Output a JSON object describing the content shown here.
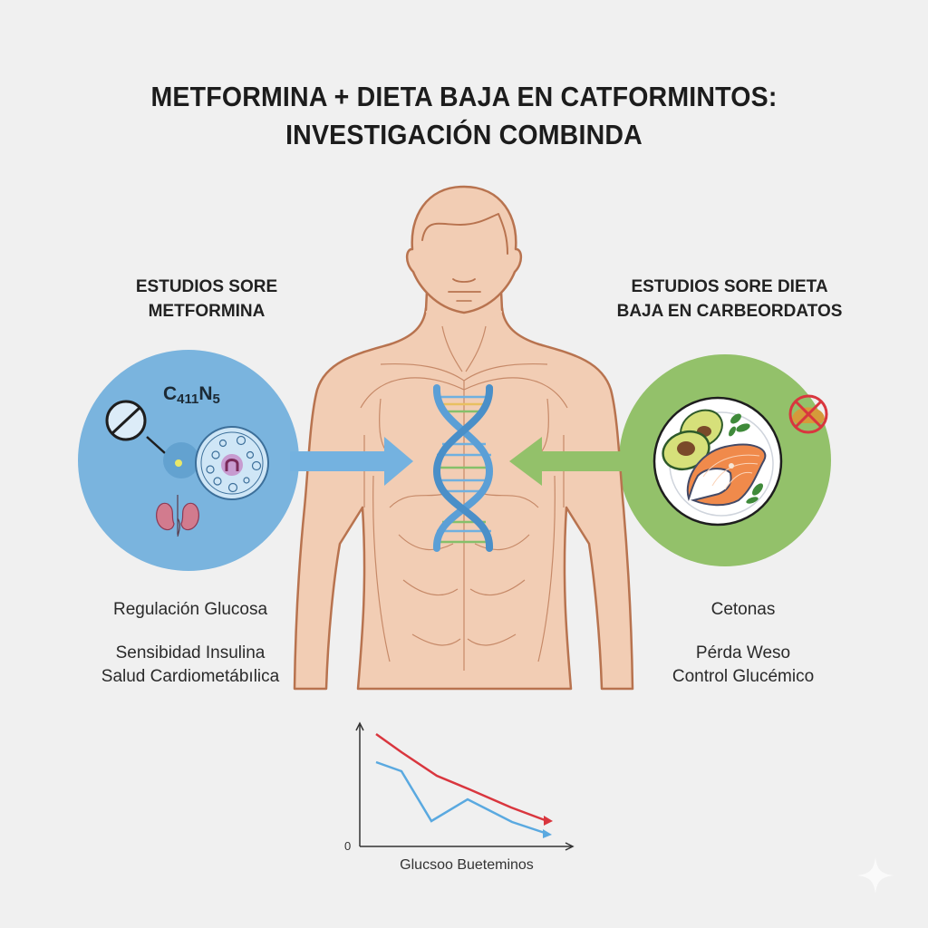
{
  "title": {
    "line1": "METFORMINA + DIETA BAJA EN CATFORMINTOS:",
    "line2": "INVESTIGACIÓN COMBINDA"
  },
  "left_panel": {
    "heading_line1": "ESTUDIOS SORE",
    "heading_line2": "METFORMINA",
    "formula": {
      "c": "C",
      "c_sub": "411",
      "n": "N",
      "n_sub": "5"
    },
    "circle_color": "#7ab4de",
    "icons": [
      "pill-icon",
      "cell-icon",
      "kidney-icon"
    ],
    "benefits": [
      "Regulación Glucosa",
      "Sensibidad Insulina",
      "Salud Cardiometábılica"
    ]
  },
  "right_panel": {
    "heading_line1": "ESTUDIOS SORE DIETA",
    "heading_line2": "BAJA EN CARBEORDATOS",
    "circle_color": "#93c16a",
    "icons": [
      "plate-icon",
      "avocado-icon",
      "salmon-icon",
      "no-bread-icon"
    ],
    "benefits": [
      "Cetonas",
      "Pérda Weso",
      "Control Glucémico"
    ]
  },
  "center": {
    "figure": "human-torso",
    "skin_color": "#f2cdb4",
    "outline_color": "#b8734f",
    "dna_color": "#5b9fd6"
  },
  "colors": {
    "background": "#f0f0f0",
    "arrow_left": "#74b2e0",
    "arrow_right": "#93c16a",
    "line_red": "#d9363e",
    "line_blue": "#5aa9e0"
  },
  "chart": {
    "zero_label": "0",
    "xlabel": "Glucsoo Bueteminos"
  },
  "chart_data": {
    "type": "line",
    "title": "",
    "xlabel": "Glucsoo Bueteminos",
    "ylabel": "",
    "x": [
      0,
      1,
      2,
      3,
      4,
      5
    ],
    "series": [
      {
        "name": "red",
        "color": "#d9363e",
        "values": [
          8.5,
          7.0,
          5.6,
          4.7,
          3.6,
          2.7
        ]
      },
      {
        "name": "blue",
        "color": "#5aa9e0",
        "values": [
          6.8,
          6.2,
          2.3,
          3.8,
          2.4,
          1.2
        ]
      }
    ],
    "y_tick_labels": [
      "0"
    ],
    "grid": false,
    "legend": "none"
  }
}
